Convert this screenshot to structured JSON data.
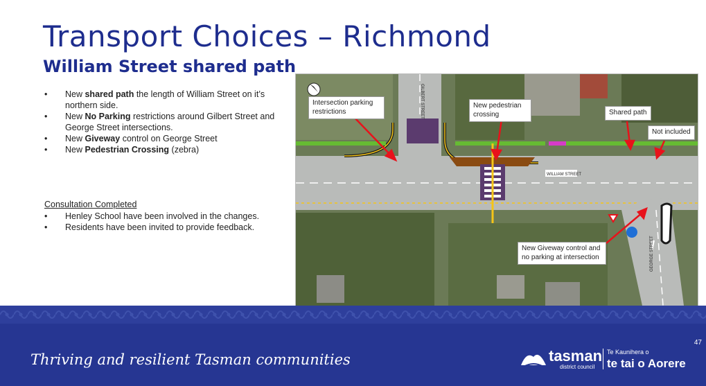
{
  "slide": {
    "title": "Transport Choices – Richmond",
    "subtitle": "William Street shared path",
    "page_number": "47"
  },
  "bullets": [
    {
      "pre": "New ",
      "bold": "shared path",
      "post": " the length of William Street on it’s northern side."
    },
    {
      "pre": "New ",
      "bold": "No Parking",
      "post": " restrictions around Gilbert Street and George Street intersections."
    },
    {
      "pre": "New ",
      "bold": "Giveway",
      "post": " control on George Street"
    },
    {
      "pre": "New ",
      "bold": "Pedestrian Crossing",
      "post": " (zebra)"
    }
  ],
  "consultation": {
    "heading": "Consultation Completed",
    "items": [
      "Henley School have been involved in the changes.",
      "Residents have been invited to provide feedback."
    ]
  },
  "map": {
    "callouts": {
      "intersection_parking": "Intersection parking restrictions",
      "pedestrian_crossing": "New pedestrian crossing",
      "shared_path": "Shared path",
      "not_included": "Not included",
      "giveway": "New Giveway control and no parking at intersection"
    },
    "street_labels": {
      "gilbert": "GILBERT STREET",
      "william": "WILLIAM STREET",
      "george": "GEORGE STREET"
    },
    "colors": {
      "arrow": "#e8121b",
      "shared_path": "#66bb33",
      "crossing": "#5b3b6e",
      "kerb": "#f5c518"
    }
  },
  "footer": {
    "tagline": "Thriving and resilient Tasman communities",
    "logo": {
      "name": "tasman",
      "sub": "district council",
      "maori_sub": "Te Kaunihera o",
      "maori": "te tai o Aorere"
    },
    "background": "#263692"
  }
}
